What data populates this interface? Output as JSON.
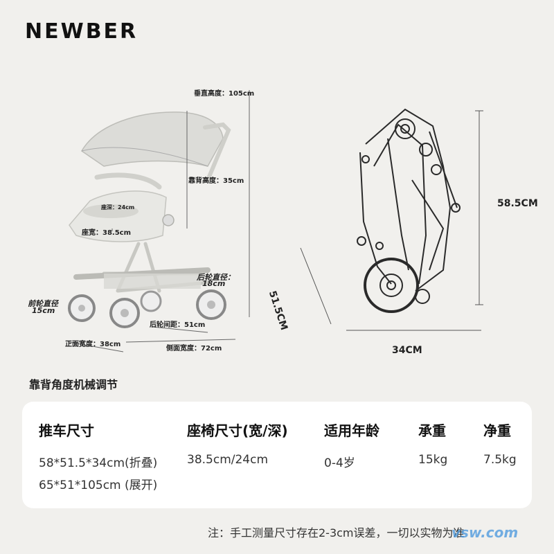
{
  "brand": {
    "logo": "NEWBER"
  },
  "dimensions": {
    "vertical_height": "垂直高度：105cm",
    "backrest_height": "靠背高度：35cm",
    "seat_depth": "座深：24cm",
    "seat_width": "座宽：38.5cm",
    "rear_wheel_diameter_label": "后轮直径：",
    "rear_wheel_diameter_value": "18cm",
    "front_wheel_diameter_label": "前轮直径",
    "front_wheel_diameter_value": "15cm",
    "wheelbase": "后轮间距：51cm",
    "front_width": "正面宽度：38cm",
    "side_width": "侧面宽度：72cm",
    "folded_height": "58.5CM",
    "folded_depth": "51.5CM",
    "folded_width": "34CM"
  },
  "subtitle": "靠背角度机械调节",
  "spec_table": {
    "headers": [
      "推车尺寸",
      "座椅尺寸(宽/深)",
      "适用年龄",
      "承重",
      "净重"
    ],
    "stroller_size": [
      "58*51.5*34cm(折叠)",
      "65*51*105cm (展开)"
    ],
    "seat_size": "38.5cm/24cm",
    "age": "0-4岁",
    "load": "15kg",
    "net_weight": "7.5kg"
  },
  "note": "注：手工测量尺寸存在2-3cm误差，一切以实物为准",
  "watermark": "vsw.com",
  "colors": {
    "background": "#f1f0ed",
    "card": "#ffffff",
    "accent": "#4696dc"
  }
}
